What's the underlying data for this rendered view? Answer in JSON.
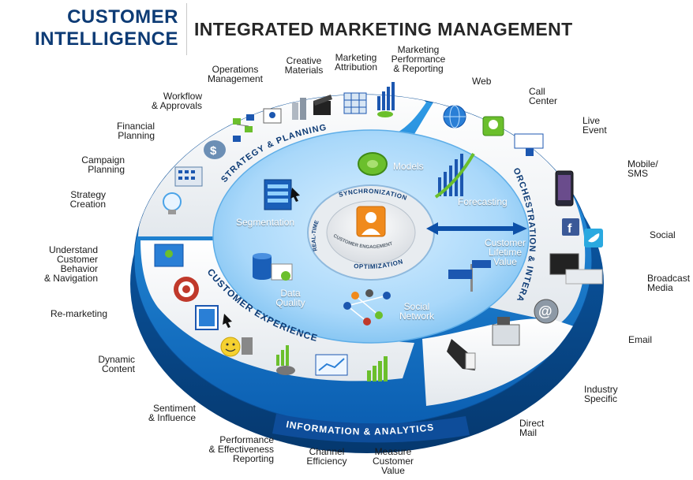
{
  "header": {
    "brand_line1": "CUSTOMER",
    "brand_line2": "INTELLIGENCE",
    "title": "INTEGRATED MARKETING MANAGEMENT"
  },
  "colors": {
    "brand_navy": "#0d3b75",
    "ring_blue": "#1e86d6",
    "ring_light": "#bfe3fb",
    "sector_white": "#f4f6f8",
    "band_dark": "#0e4d9a",
    "accent_orange": "#f08a1c",
    "accent_green": "#6bbf2c"
  },
  "rings": {
    "strategy": "STRATEGY & PLANNING",
    "orchestration": "ORCHESTRATION & INTERACTION",
    "experience": "CUSTOMER EXPERIENCE",
    "information": "INFORMATION & ANALYTICS",
    "synchronization": "SYNCHRONIZATION",
    "realtime": "REAL-TIME",
    "optimization": "OPTIMIZATION",
    "engagement": "CUSTOMER ENGAGEMENT"
  },
  "inner_labels": {
    "models": "Models",
    "forecasting": "Forecasting",
    "segmentation": "Segmentation",
    "clv": "Customer\nLifetime\nValue",
    "data_quality": "Data\nQuality",
    "social_network": "Social\nNetwork"
  },
  "outer_labels": {
    "operations": "Operations\nManagement",
    "creative": "Creative\nMaterials",
    "attribution": "Marketing\nAttribution",
    "performance": "Marketing\nPerformance\n& Reporting",
    "web": "Web",
    "call_center": "Call\nCenter",
    "live_event": "Live\nEvent",
    "mobile": "Mobile/\nSMS",
    "social": "Social",
    "broadcast": "Broadcast\nMedia",
    "email": "Email",
    "industry": "Industry\nSpecific",
    "direct_mail": "Direct\nMail",
    "measure_value": "Measure\nCustomer\nValue",
    "channel_efficiency": "Channel\nEfficiency",
    "perf_effectiveness": "Performance\n& Effectiveness\nReporting",
    "sentiment": "Sentiment\n& Influence",
    "dynamic_content": "Dynamic\nContent",
    "remarketing": "Re-marketing",
    "understand": "Understand\nCustomer\nBehavior\n& Navigation",
    "strategy_creation": "Strategy\nCreation",
    "campaign_planning": "Campaign\nPlanning",
    "financial_planning": "Financial\nPlanning",
    "workflow": "Workflow\n& Approvals"
  },
  "icons": {
    "bulb": "lightbulb-icon",
    "calendar": "calendar-grid-icon",
    "money": "money-bag-icon",
    "flow": "workflow-chart-icon",
    "presenter": "presentation-board-icon",
    "pieces": "chess-pieces-icon",
    "clapper": "clapperboard-icon",
    "cubes": "grid-cubes-icon",
    "bars": "bar-chart-icon",
    "globe": "globe-icon",
    "agent": "call-agent-icon",
    "podium": "podium-screen-icon",
    "phone": "smartphone-icon",
    "facebook": "facebook-icon",
    "twitter": "twitter-icon",
    "tv": "television-icon",
    "at": "email-at-icon",
    "register": "cash-register-icon",
    "mail": "mail-roll-icon",
    "target": "target-icon",
    "puzzle": "puzzle-board-icon",
    "cursor": "cursor-board-icon",
    "smiley": "smiley-icon",
    "meter": "meter-bars-icon",
    "chart_board": "chart-board-icon",
    "people_bars": "people-bars-icon",
    "gear": "gear-icon",
    "growth": "growth-chart-icon",
    "segments": "segmentation-icon",
    "database": "database-icon",
    "network": "social-network-icon",
    "clv_sign": "clv-signpost-icon",
    "engagement_person": "customer-person-icon",
    "arrow": "double-arrow-icon"
  }
}
